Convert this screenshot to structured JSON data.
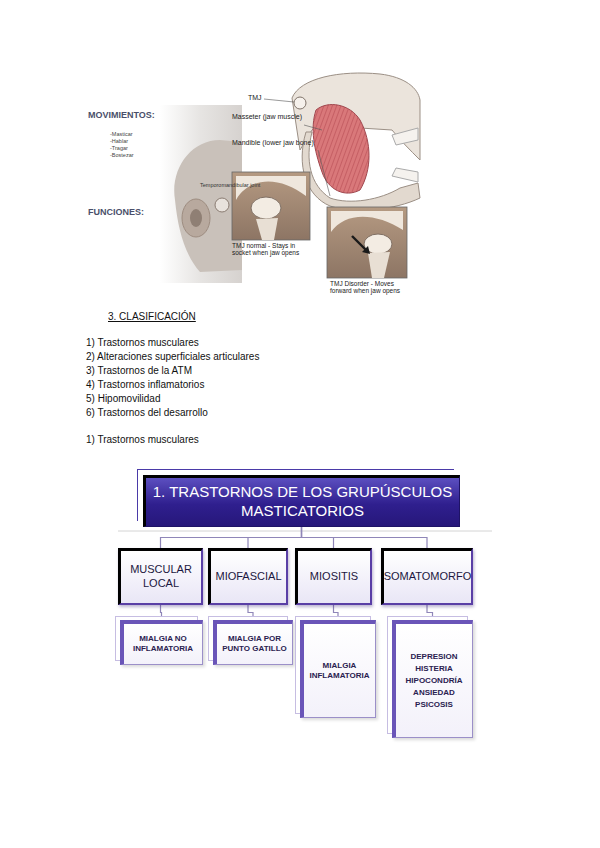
{
  "diagram": {
    "nodes": [
      {
        "text": [
          "1. TRASTORNOS DE LOS GRUPÚSCULOS MASTICATORIOS"
        ]
      },
      {
        "text": [
          "MUSCULAR LOCAL"
        ]
      },
      {
        "text": [
          "MIOFASCIAL"
        ]
      },
      {
        "text": [
          "MIOSITIS"
        ]
      },
      {
        "text": [
          "SOMATOMORFO"
        ]
      },
      {
        "text": [
          "MIALGIA NO INFLAMATORIA"
        ]
      },
      {
        "text": [
          "MIALGIA POR PUNTO GATILLO"
        ]
      },
      {
        "text": [
          "MIALGIA INFLAMATORIA"
        ]
      },
      {
        "text": [
          "DEPRESION",
          "HISTERIA",
          "HIPOCONDRÍA",
          "ANSIEDAD",
          "PSICOSIS"
        ]
      }
    ],
    "edges": [
      {
        "from": 0,
        "to": 1,
        "arrow": "none"
      },
      {
        "from": 0,
        "to": 2,
        "arrow": "none"
      },
      {
        "from": 0,
        "to": 3,
        "arrow": "none"
      },
      {
        "from": 0,
        "to": 4,
        "arrow": "none"
      },
      {
        "from": 1,
        "to": 5,
        "arrow": "none"
      },
      {
        "from": 2,
        "to": 6,
        "arrow": "none"
      },
      {
        "from": 3,
        "to": 7,
        "arrow": "none"
      },
      {
        "from": 4,
        "to": 8,
        "arrow": "none"
      }
    ],
    "labels": [
      "MOVIMIENTOS:",
      "-Masticar",
      "-Hablar",
      "-Tragar",
      "-Bostezar",
      "FUNCIONES:",
      "Temporomandibular joint",
      "TMJ",
      "Masseter (jaw muscle)",
      "Mandible (lower jaw bone)",
      "TMJ normal - Stays in socket when jaw opens",
      "TMJ Disorder - Moves forward when jaw opens",
      "3. CLASIFICACIÓN",
      "1)  Trastornos musculares",
      "2)  Alteraciones superficiales articulares",
      "3)  Trastornos de la ATM",
      "4)  Trastornos inflamatorios",
      "5)  Hipomovilidad",
      "6)  Trastornos del desarrollo",
      "1)  Trastornos musculares"
    ]
  }
}
